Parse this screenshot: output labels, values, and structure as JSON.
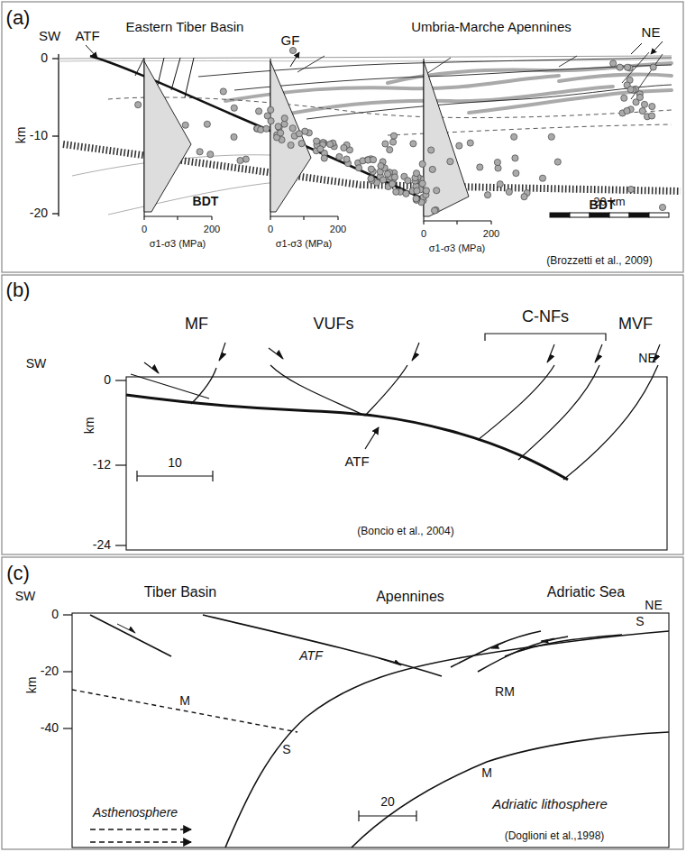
{
  "diagram": {
    "labels": [
      "(a)",
      "SW",
      "ATF",
      "Eastern Tiber Basin",
      "GF",
      "Umbria-Marche Apennines",
      "NE",
      "0",
      "-10",
      "-20",
      "km",
      "BDT",
      "BDT",
      "0",
      "200",
      "σ1-σ3 (MPa)",
      "0",
      "200",
      "σ1-σ3 (MPa)",
      "0",
      "200",
      "σ1-σ3 (MPa)",
      "20 km",
      "(Brozzetti et al., 2009)",
      "(b)",
      "SW",
      "MF",
      "VUFs",
      "C-NFs",
      "MVF",
      "NE",
      "0",
      "-12",
      "-24",
      "km",
      "10",
      "ATF",
      "(Boncio et al., 2004)",
      "(c)",
      "SW",
      "Tiber Basin",
      "Apennines",
      "Adriatic Sea",
      "NE",
      "0",
      "-20",
      "-40",
      "km",
      "ATF",
      "S",
      "S",
      "RM",
      "M",
      "M",
      "Asthenosphere",
      "Adriatic lithosphere",
      "20",
      "(Doglioni et al.,1998)"
    ]
  }
}
